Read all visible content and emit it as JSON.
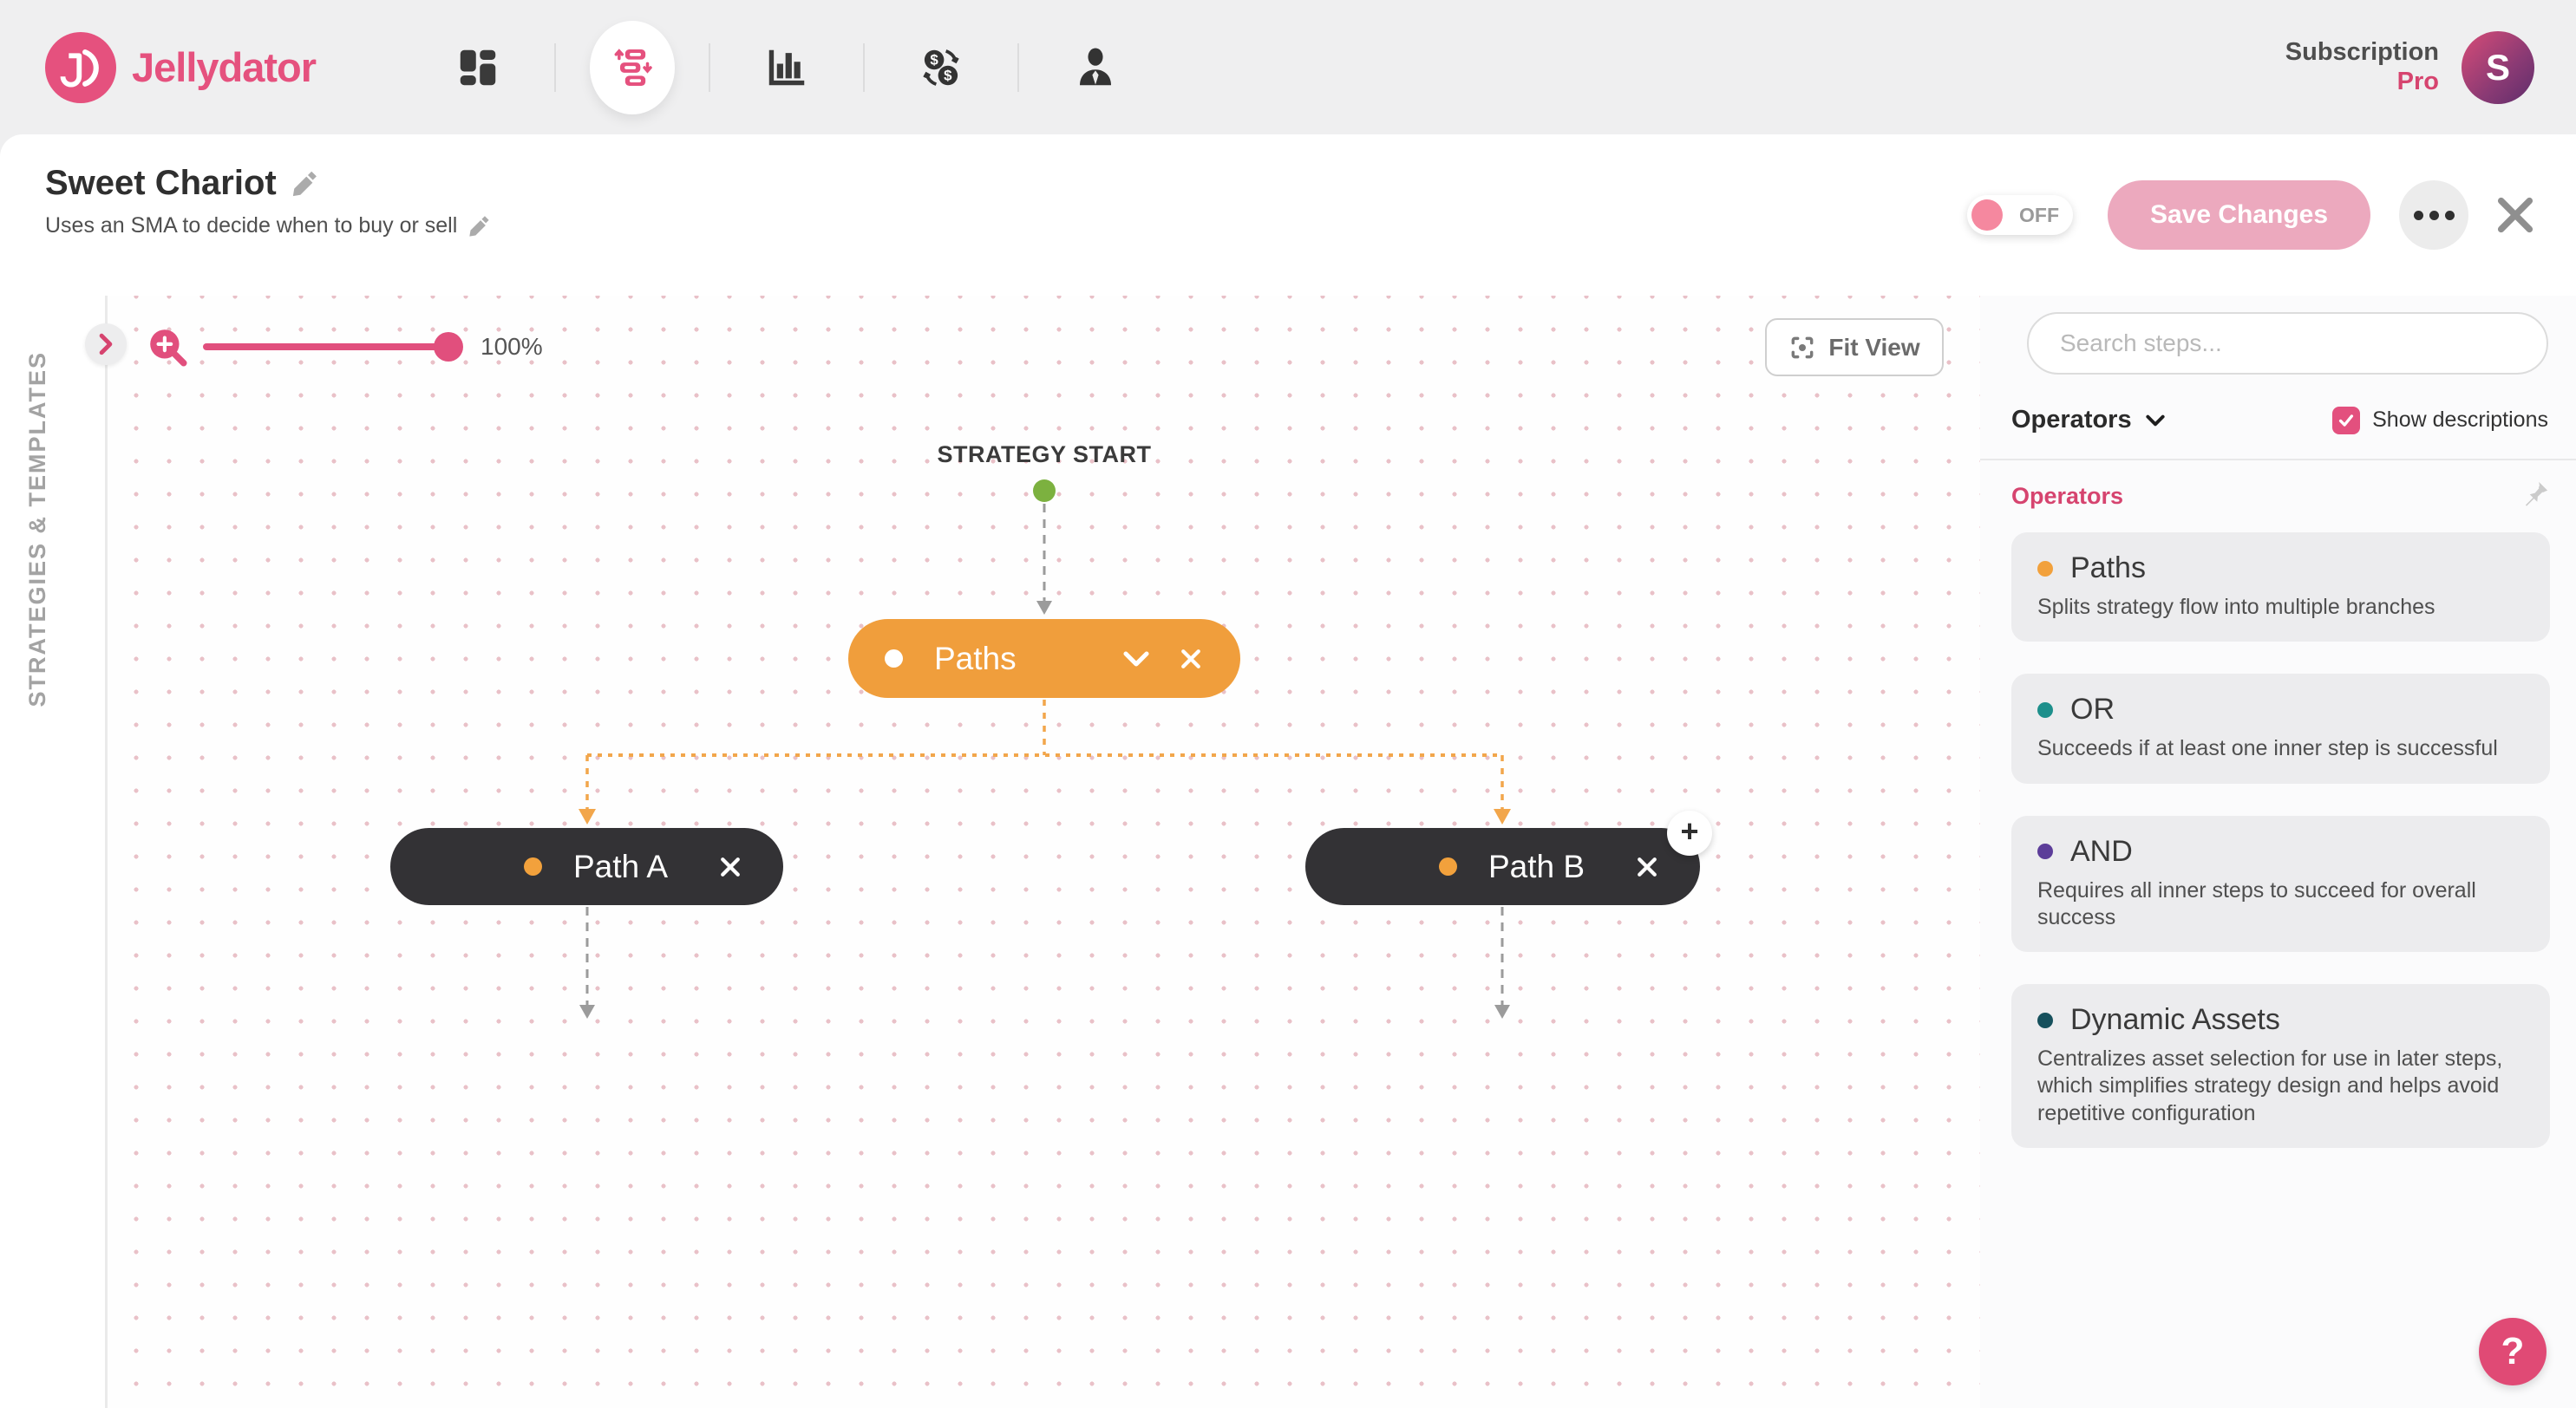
{
  "topbar": {
    "logo_text": "Jellydator",
    "nav_icons": [
      "dashboard-icon",
      "strategy-flow-icon",
      "analytics-icon",
      "exchange-icon",
      "account-icon"
    ],
    "active_nav": "strategy-flow-icon",
    "subscription_label": "Subscription",
    "subscription_tier": "Pro",
    "avatar_initial": "S"
  },
  "strategy_header": {
    "title": "Sweet Chariot",
    "description": "Uses an SMA to decide when to buy or sell",
    "status_toggle": "OFF",
    "save_button": "Save Changes"
  },
  "left_rail": {
    "label": "STRATEGIES & TEMPLATES"
  },
  "canvas": {
    "zoom_level": "100%",
    "fit_view_button": "Fit View",
    "start_label": "STRATEGY START",
    "nodes": {
      "root": "Paths",
      "branch_a": "Path A",
      "branch_b": "Path B"
    },
    "add_step_button": "+"
  },
  "panel": {
    "search_placeholder": "Search steps...",
    "group_selector": "Operators",
    "show_descriptions": "Show descriptions",
    "show_descriptions_checked": true,
    "section_title": "Operators",
    "operators": [
      {
        "title": "Paths",
        "description": "Splits strategy flow into multiple branches",
        "dot_color": "#F2A13C"
      },
      {
        "title": "OR",
        "description": "Succeeds if at least one inner step is successful",
        "dot_color": "#1D8F8B"
      },
      {
        "title": "AND",
        "description": "Requires all inner steps to succeed for overall success",
        "dot_color": "#5C3D99"
      },
      {
        "title": "Dynamic Assets",
        "description": "Centralizes asset selection for use in later steps, which simplifies strategy design and helps avoid repetitive configuration",
        "dot_color": "#16505C"
      }
    ]
  },
  "help_button": "?",
  "colors": {
    "brand_pink": "#E5517E",
    "accent_pink": "#D6446F",
    "toggle_knob_pink": "#F5889F",
    "save_disabled_pink": "#ECA9BE",
    "node_orange": "#F09E3C",
    "edge_orange": "#F2A64B",
    "node_dark": "#333235",
    "start_green": "#7CB13F",
    "or_teal": "#1D8F8B",
    "and_purple": "#5C3D99",
    "dynamic_assets_teal": "#16505C",
    "card_gray": "#ECECEE",
    "topbar_gray": "#EFEFF0"
  }
}
